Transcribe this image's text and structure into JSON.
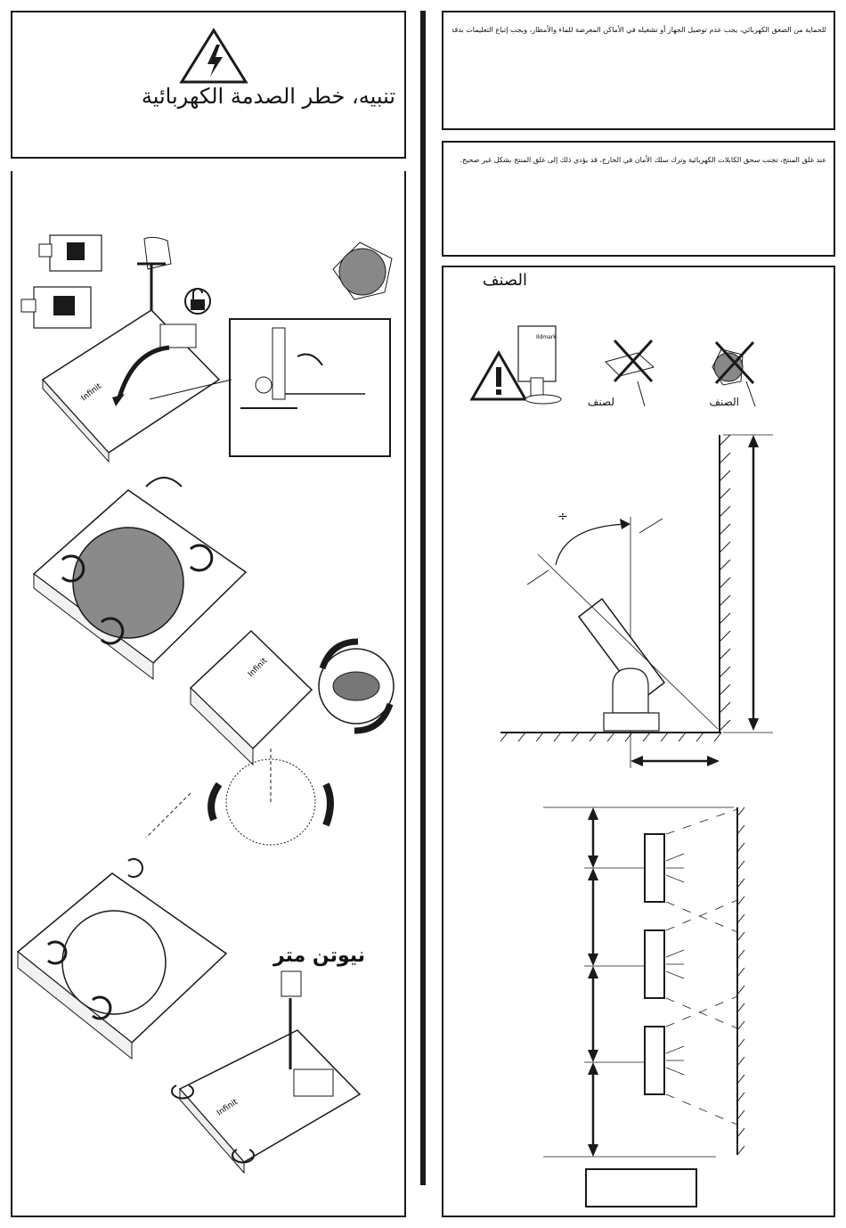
{
  "warning_box": {
    "title": "تنبيه، خطر الصدمة الكهربائية",
    "icon": "high-voltage-warning-icon"
  },
  "notice_1": {
    "text": "للحماية من الصعق الكهربائي، يجب عدم توصيل الجهاز أو تشغيله في الأماكن المعرضة للماء والأمطار، ويجب إتباع التعليمات بدقة."
  },
  "notice_2": {
    "text": "عند غلق المنتج، تجنب سحق الكابلات الكهربائية وترك سلك الأمان في الخارج، قد يؤدي ذلك إلى غلق المنتج بشكل غير صحيح."
  },
  "class_panel": {
    "heading": "الصنف",
    "label_plate": "لصنف",
    "label_round": "الصنف",
    "angle_symbol": "÷",
    "brand_mark": "Ildmark"
  },
  "left_panel": {
    "torque_label": "نيوتن متر",
    "brand_mark": "Infinit",
    "icons": [
      "padlock-open-icon",
      "rotate-arrow-icon",
      "sun-sensor-icon"
    ]
  },
  "colors": {
    "ink": "#1a1a1a",
    "paper": "#ffffff",
    "hatch": "#555555"
  }
}
